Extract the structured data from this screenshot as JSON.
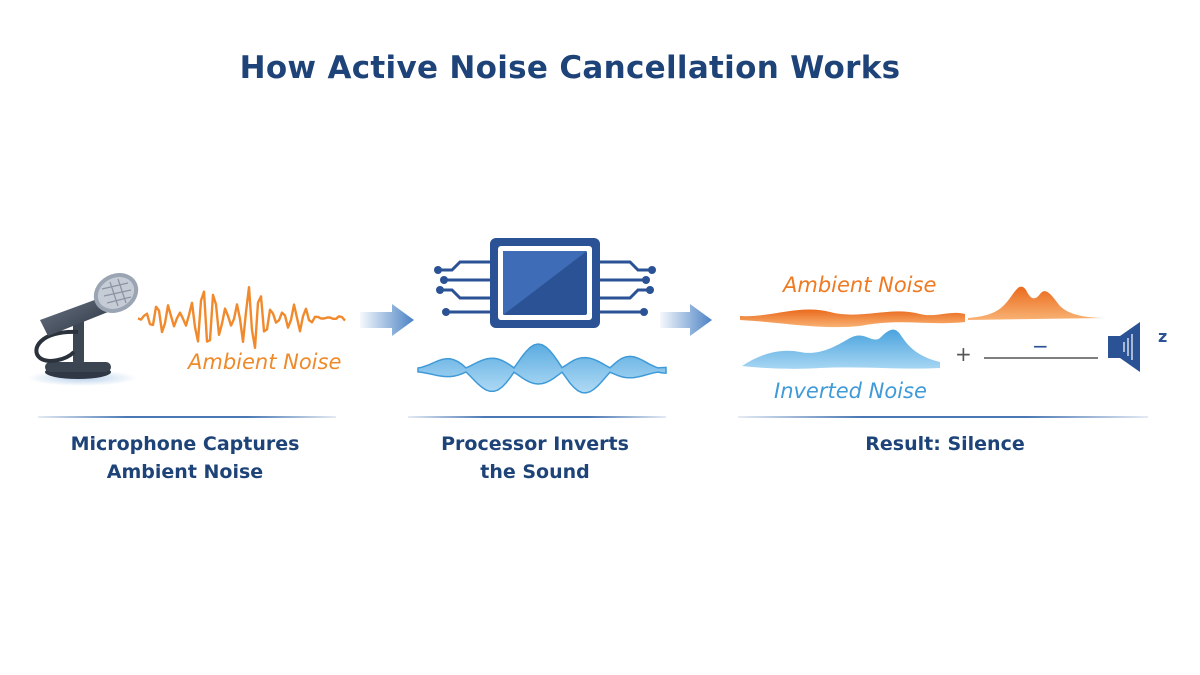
{
  "title": "How Active Noise Cancellation Works",
  "panels": [
    {
      "caption_line1": "Microphone Captures",
      "caption_line2": "Ambient Noise",
      "wave_label": "Ambient Noise"
    },
    {
      "caption_line1": "Processor Inverts",
      "caption_line2": "the Sound"
    },
    {
      "caption_line1": "Result: Silence",
      "wave_label_top": "Ambient Noise",
      "wave_label_bottom": "Inverted Noise",
      "plus_symbol": "+",
      "minus_symbol": "−",
      "sleep_symbol": "z"
    }
  ],
  "colors": {
    "title": "#1d4378",
    "ambient_wave": "#f08a2c",
    "inverted_wave": "#5fb0e3",
    "chip": "#2a5294",
    "arrow": "#4a82c4"
  },
  "icons": [
    "microphone-icon",
    "processor-chip-icon",
    "speaker-muted-icon",
    "arrow-right-icon"
  ]
}
